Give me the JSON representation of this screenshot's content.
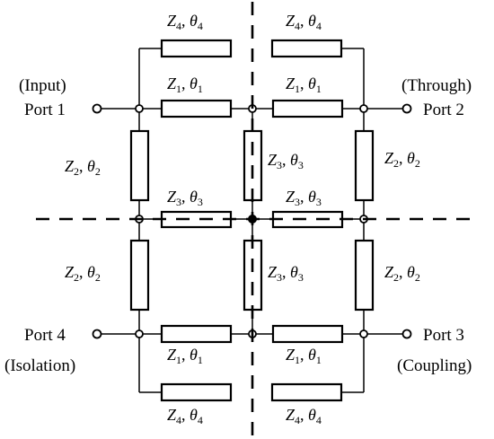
{
  "ports": {
    "p1": {
      "role": "(Input)",
      "name": "Port 1"
    },
    "p2": {
      "role": "(Through)",
      "name": "Port 2"
    },
    "p3": {
      "role": "(Coupling)",
      "name": "Port 3"
    },
    "p4": {
      "role": "(Isolation)",
      "name": "Port 4"
    }
  },
  "lines": {
    "z1": {
      "Z": "Z",
      "zs": "1",
      "sep": ", ",
      "T": "θ",
      "ts": "1"
    },
    "z2": {
      "Z": "Z",
      "zs": "2",
      "sep": ", ",
      "T": "θ",
      "ts": "2"
    },
    "z3": {
      "Z": "Z",
      "zs": "3",
      "sep": ", ",
      "T": "θ",
      "ts": "3"
    },
    "z4": {
      "Z": "Z",
      "zs": "4",
      "sep": ", ",
      "T": "θ",
      "ts": "4"
    }
  },
  "colors": {
    "stroke": "#000000",
    "background": "#ffffff"
  }
}
